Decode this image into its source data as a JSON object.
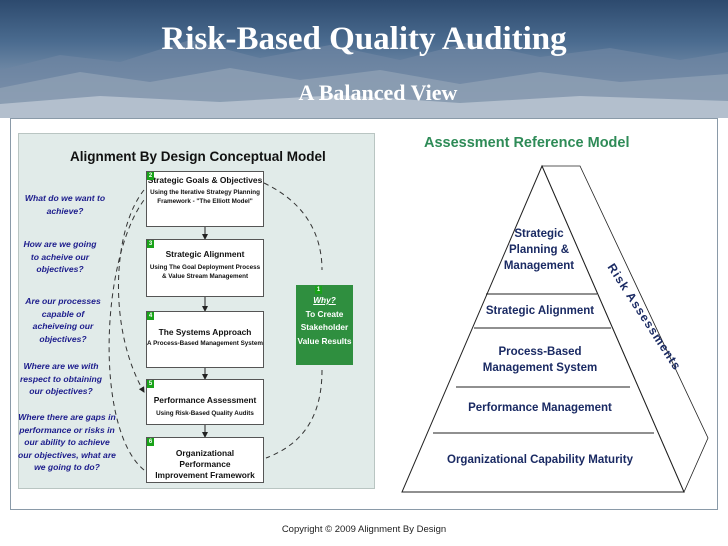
{
  "header": {
    "title": "Risk-Based Quality Auditing",
    "subtitle": "A Balanced View"
  },
  "left_model": {
    "title": "Alignment By Design Conceptual Model",
    "questions": [
      "What do we want to achieve?",
      "How are we going to acheive our objectives?",
      "Are our processes capable of acheiveing our objectives?",
      "Where are we with respect to obtaining our objectives?",
      "Where there are gaps in performance or risks in our ability to achieve our objectives, what are we going to do?"
    ],
    "boxes": [
      {
        "num": "2",
        "main": "Strategic Goals & Objectives",
        "sub": "Using the Iterative Strategy Planning Framework - \"The Elliott Model\""
      },
      {
        "num": "3",
        "main": "Strategic Alignment",
        "sub": "Using The Goal Deployment Process & Value Stream Management"
      },
      {
        "num": "4",
        "main": "The Systems Approach",
        "sub": "A Process-Based Management System"
      },
      {
        "num": "5",
        "main": "Performance Assessment",
        "sub": "Using Risk-Based Quality Audits"
      },
      {
        "num": "6",
        "main": "Organizational Performance Improvement Framework",
        "sub": ""
      }
    ],
    "why": {
      "num": "1",
      "label": "Why?",
      "text": "To Create Stakeholder Value Results"
    }
  },
  "reference_model": {
    "title": "Assessment Reference Model",
    "levels": [
      "Strategic Planning & Management",
      "Strategic Alignment",
      "Process-Based Management System",
      "Performance Management",
      "Organizational Capability Maturity"
    ],
    "side_label": "Risk Assessments"
  },
  "footer": "Copyright © 2009 Alignment By Design",
  "colors": {
    "accent_green": "#2f8f3f",
    "title_green": "#2e8b57",
    "navy": "#1a2a63",
    "question_blue": "#1c1c8c",
    "panel_bg": "#e1ebe9"
  }
}
